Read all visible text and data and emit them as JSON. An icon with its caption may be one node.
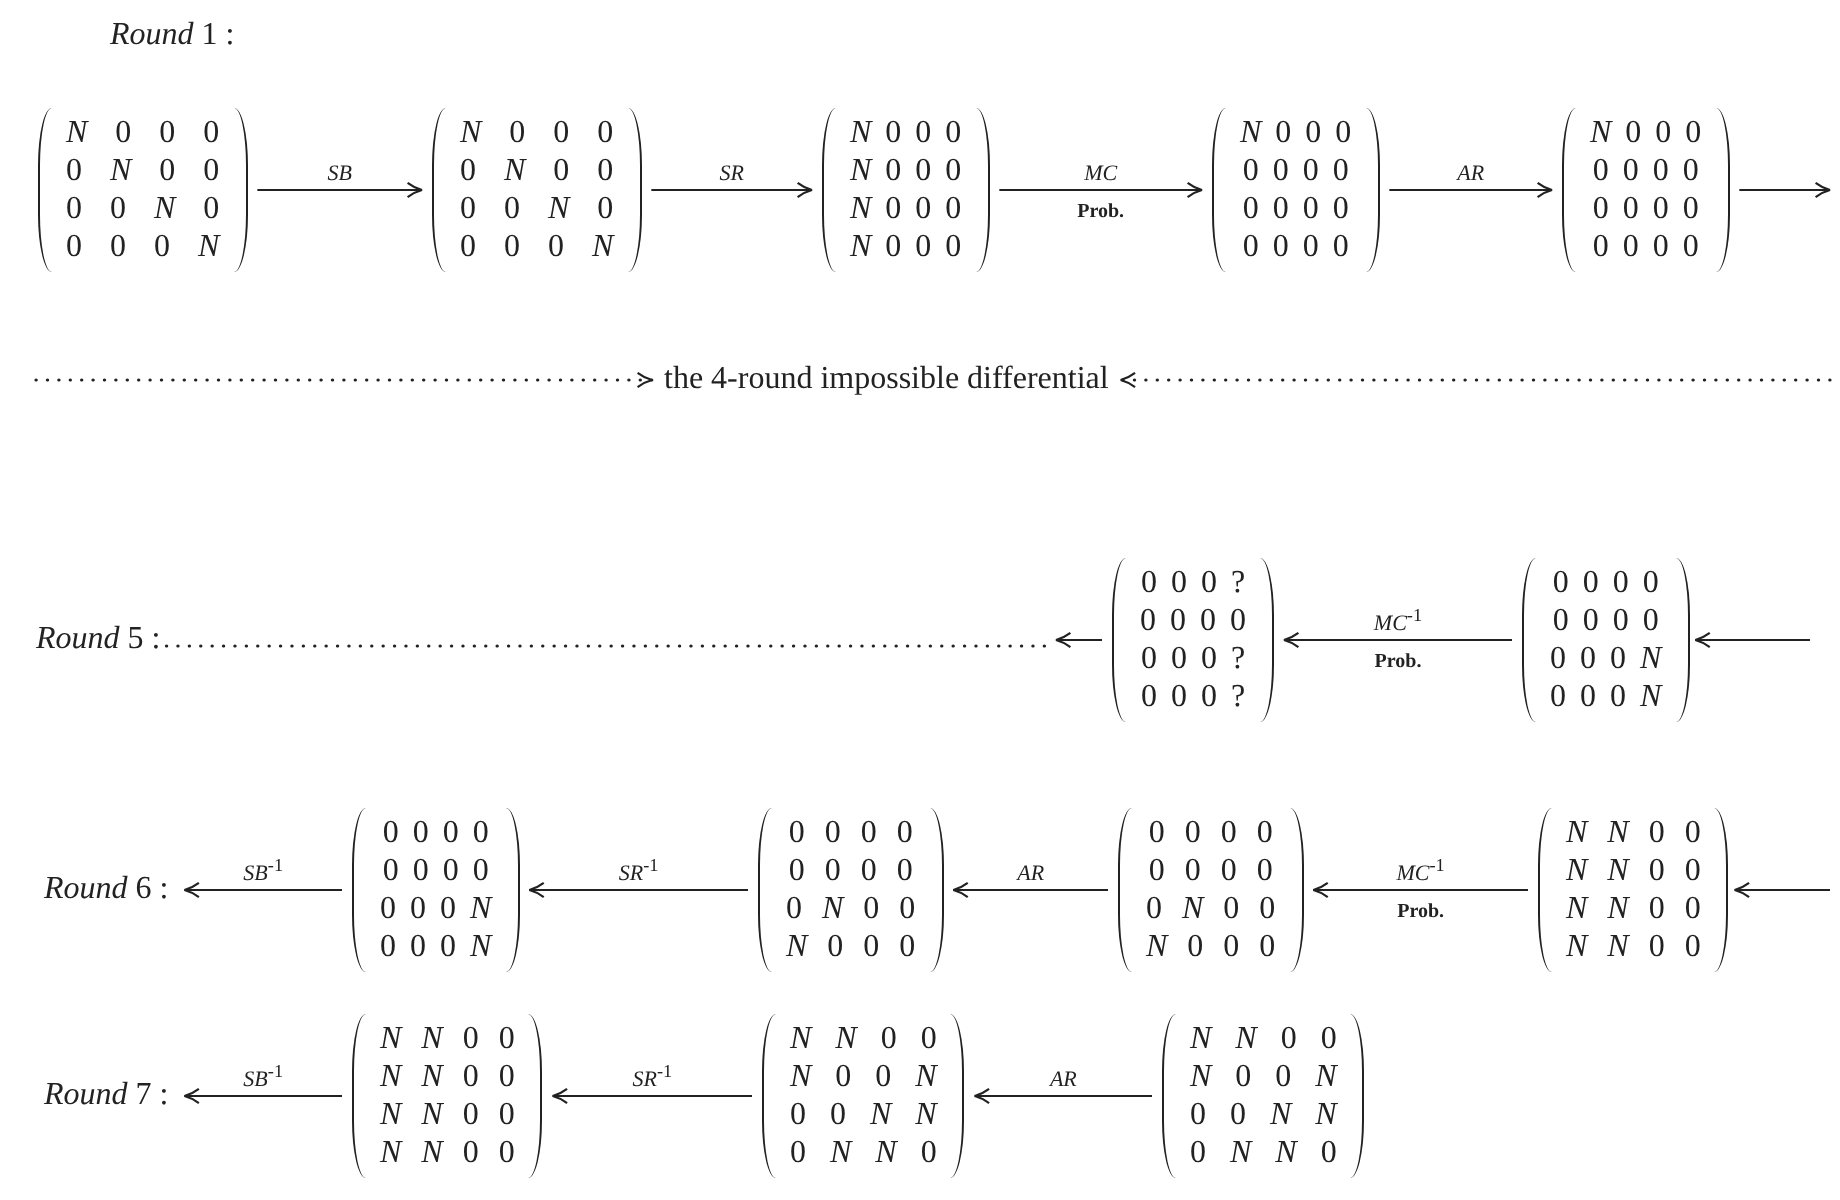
{
  "diagram": {
    "nodes": [
      {
        "text": [
          "*N* 0 0 0",
          "0 *N* 0 0",
          "0 0 *N* 0",
          "0 0 0 *N*"
        ]
      },
      {
        "text": [
          "*N* 0 0 0",
          "0 *N* 0 0",
          "0 0 *N* 0",
          "0 0 0 *N*"
        ]
      },
      {
        "text": [
          "*N* 0 0 0",
          "*N* 0 0 0",
          "*N* 0 0 0",
          "*N* 0 0 0"
        ]
      },
      {
        "text": [
          "*N* 0 0 0",
          "0 0 0 0",
          "0 0 0 0",
          "0 0 0 0"
        ]
      },
      {
        "text": [
          "*N* 0 0 0",
          "0 0 0 0",
          "0 0 0 0",
          "0 0 0 0"
        ]
      },
      {
        "text": [
          "the 4-round impossible differential"
        ]
      },
      {
        "text": [
          "0 0 0 ?",
          "0 0 0 0",
          "0 0 0 ?",
          "0 0 0 ?"
        ]
      },
      {
        "text": [
          "0 0 0 0",
          "0 0 0 0",
          "0 0 0 *N*",
          "0 0 0 *N*"
        ]
      },
      {
        "text": [
          "*Round* 6 :"
        ]
      },
      {
        "text": [
          "0 0 0 0",
          "0 0 0 0",
          "0 0 0 *N*",
          "0 0 0 *N*"
        ]
      },
      {
        "text": [
          "0 0 0 0",
          "0 0 0 0",
          "0 *N* 0 0",
          "*N* 0 0 0"
        ]
      },
      {
        "text": [
          "0 0 0 0",
          "0 0 0 0",
          "0 *N* 0 0",
          "*N* 0 0 0"
        ]
      },
      {
        "text": [
          "*N* *N* 0 0",
          "*N* *N* 0 0",
          "*N* *N* 0 0",
          "*N* *N* 0 0"
        ]
      },
      {
        "text": [
          "*Round* 7 :"
        ]
      },
      {
        "text": [
          "*N* *N* 0 0",
          "*N* *N* 0 0",
          "*N* *N* 0 0",
          "*N* *N* 0 0"
        ]
      },
      {
        "text": [
          "*N* *N* 0 0",
          "*N* 0 0 *N*",
          "0 0 *N* *N*",
          "0 *N* *N* 0"
        ]
      },
      {
        "text": [
          "*N* *N* 0 0",
          "*N* 0 0 *N*",
          "0 0 *N* *N*",
          "0 *N* *N* 0"
        ]
      }
    ],
    "edges": [
      {
        "from": 0,
        "to": 1,
        "arrow": "to",
        "label": "*SB*"
      },
      {
        "from": 1,
        "to": 2,
        "arrow": "to",
        "label": "*SR*"
      },
      {
        "from": 2,
        "to": 3,
        "arrow": "to",
        "label": "*MC*"
      },
      {
        "from": 3,
        "to": 4,
        "arrow": "to",
        "label": "*AR*"
      },
      {
        "from": 4,
        "to": null,
        "arrow": "to"
      },
      {
        "from": null,
        "to": 5,
        "arrow": "to",
        "style": "dashed"
      },
      {
        "from": null,
        "to": 5,
        "arrow": "to",
        "style": "dashed"
      },
      {
        "from": 6,
        "to": null,
        "arrow": "to"
      },
      {
        "from": 7,
        "to": 6,
        "arrow": "to",
        "label": "*MC*$^{-1}$"
      },
      {
        "from": null,
        "to": 7,
        "arrow": "to"
      },
      {
        "from": 9,
        "to": 8,
        "arrow": "to",
        "label": "*SB*$^{-1}$"
      },
      {
        "from": 10,
        "to": 9,
        "arrow": "to",
        "label": "*SR*$^{-1}$"
      },
      {
        "from": 11,
        "to": 10,
        "arrow": "to",
        "label": "*AR*"
      },
      {
        "from": 12,
        "to": 11,
        "arrow": "to",
        "label": "*MC*$^{-1}$"
      },
      {
        "from": null,
        "to": 12,
        "arrow": "to"
      },
      {
        "from": 14,
        "to": 13,
        "arrow": "to",
        "label": "*SB*$^{-1}$"
      },
      {
        "from": 15,
        "to": 14,
        "arrow": "to",
        "label": "*SR*$^{-1}$"
      },
      {
        "from": 16,
        "to": 15,
        "arrow": "to",
        "label": "*AR*"
      }
    ],
    "labels": [
      "*Round* 1 :",
      "Prob.",
      "*Round* 5 :",
      "Prob.",
      "Prob."
    ]
  }
}
